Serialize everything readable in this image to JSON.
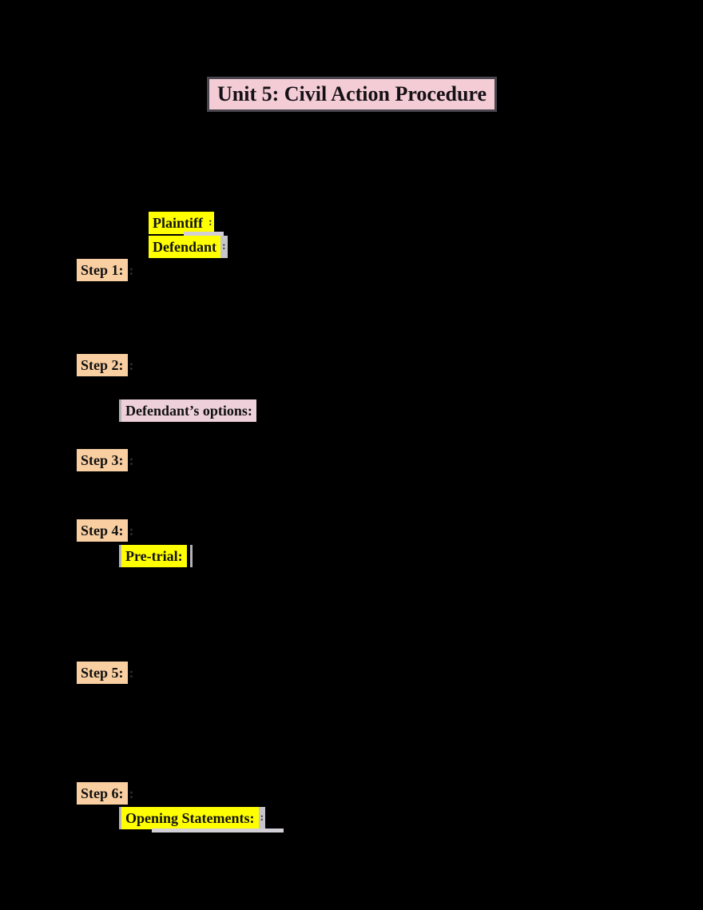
{
  "title": "Unit 5: Civil Action Procedure",
  "parties": {
    "plaintiff": "Plaintiff",
    "defendant": "Defendant"
  },
  "steps": [
    {
      "label": "Step 1:"
    },
    {
      "label": "Step 2:"
    },
    {
      "label": "Step 3:"
    },
    {
      "label": "Step 4:"
    },
    {
      "label": "Step 5:"
    },
    {
      "label": "Step 6:"
    }
  ],
  "subheads": {
    "options": "Defendant’s options:",
    "pretrial": "Pre-trial:",
    "opening": "Opening Statements:"
  },
  "marks": {
    "colon": ":"
  },
  "colors": {
    "page_bg": "#000000",
    "yellow": "#ffff00",
    "peach": "#f9cfa2",
    "pink_title": "#f3ccd6",
    "pink_sub": "#edd0da",
    "gray_strip": "#d2cfd6",
    "gray_tail": "#c7c4cb",
    "dim_text": "#2d2d2d"
  }
}
